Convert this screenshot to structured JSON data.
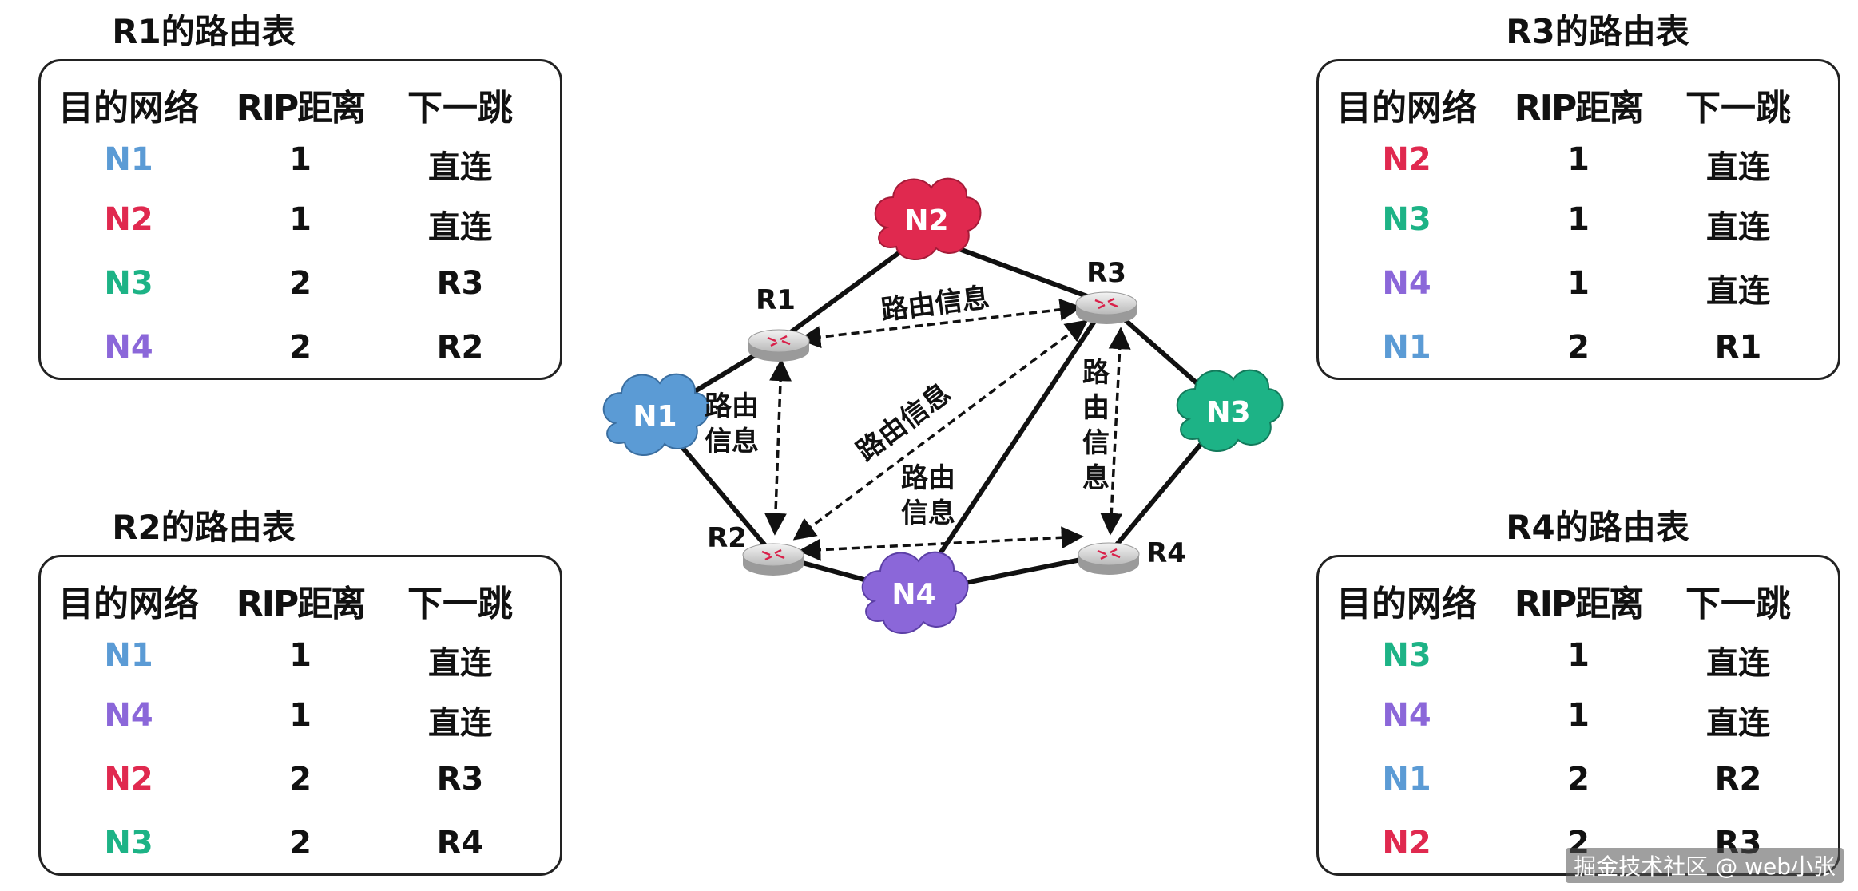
{
  "colors": {
    "N1": "#5b9bd5",
    "N2": "#e0294f",
    "N3": "#1db386",
    "N4": "#8b67d9"
  },
  "tables": [
    {
      "title": "R1的路由表",
      "headers": [
        "目的网络",
        "RIP距离",
        "下一跳"
      ],
      "rows": [
        {
          "dest": "N1",
          "dist": "1",
          "hop": "直连"
        },
        {
          "dest": "N2",
          "dist": "1",
          "hop": "直连"
        },
        {
          "dest": "N3",
          "dist": "2",
          "hop": "R3"
        },
        {
          "dest": "N4",
          "dist": "2",
          "hop": "R2"
        }
      ]
    },
    {
      "title": "R2的路由表",
      "headers": [
        "目的网络",
        "RIP距离",
        "下一跳"
      ],
      "rows": [
        {
          "dest": "N1",
          "dist": "1",
          "hop": "直连"
        },
        {
          "dest": "N4",
          "dist": "1",
          "hop": "直连"
        },
        {
          "dest": "N2",
          "dist": "2",
          "hop": "R3"
        },
        {
          "dest": "N3",
          "dist": "2",
          "hop": "R4"
        }
      ]
    },
    {
      "title": "R3的路由表",
      "headers": [
        "目的网络",
        "RIP距离",
        "下一跳"
      ],
      "rows": [
        {
          "dest": "N2",
          "dist": "1",
          "hop": "直连"
        },
        {
          "dest": "N3",
          "dist": "1",
          "hop": "直连"
        },
        {
          "dest": "N4",
          "dist": "1",
          "hop": "直连"
        },
        {
          "dest": "N1",
          "dist": "2",
          "hop": "R1"
        }
      ]
    },
    {
      "title": "R4的路由表",
      "headers": [
        "目的网络",
        "RIP距离",
        "下一跳"
      ],
      "rows": [
        {
          "dest": "N3",
          "dist": "1",
          "hop": "直连"
        },
        {
          "dest": "N4",
          "dist": "1",
          "hop": "直连"
        },
        {
          "dest": "N1",
          "dist": "2",
          "hop": "R2"
        },
        {
          "dest": "N2",
          "dist": "2",
          "hop": "R3"
        }
      ]
    }
  ],
  "diagram": {
    "networks": [
      {
        "id": "N1",
        "label": "N1"
      },
      {
        "id": "N2",
        "label": "N2"
      },
      {
        "id": "N3",
        "label": "N3"
      },
      {
        "id": "N4",
        "label": "N4"
      }
    ],
    "routers": [
      {
        "id": "R1",
        "label": "R1"
      },
      {
        "id": "R2",
        "label": "R2"
      },
      {
        "id": "R3",
        "label": "R3"
      },
      {
        "id": "R4",
        "label": "R4"
      }
    ],
    "links": [
      [
        "R1",
        "N1"
      ],
      [
        "R1",
        "N2"
      ],
      [
        "R2",
        "N1"
      ],
      [
        "R2",
        "N4"
      ],
      [
        "R3",
        "N2"
      ],
      [
        "R3",
        "N3"
      ],
      [
        "R3",
        "N4"
      ],
      [
        "R4",
        "N3"
      ],
      [
        "R4",
        "N4"
      ]
    ],
    "exchanges": [
      {
        "id": "R1-R3",
        "label": "路由信息"
      },
      {
        "id": "R1-R2",
        "label_line1": "路由",
        "label_line2": "信息"
      },
      {
        "id": "R2-R3",
        "label": "路由信息"
      },
      {
        "id": "R2-R4",
        "label_line1": "路由",
        "label_line2": "信息"
      },
      {
        "id": "R3-R4",
        "label_chars": [
          "路",
          "由",
          "信",
          "息"
        ]
      }
    ]
  },
  "watermark": "掘金技术社区 @ web小张"
}
